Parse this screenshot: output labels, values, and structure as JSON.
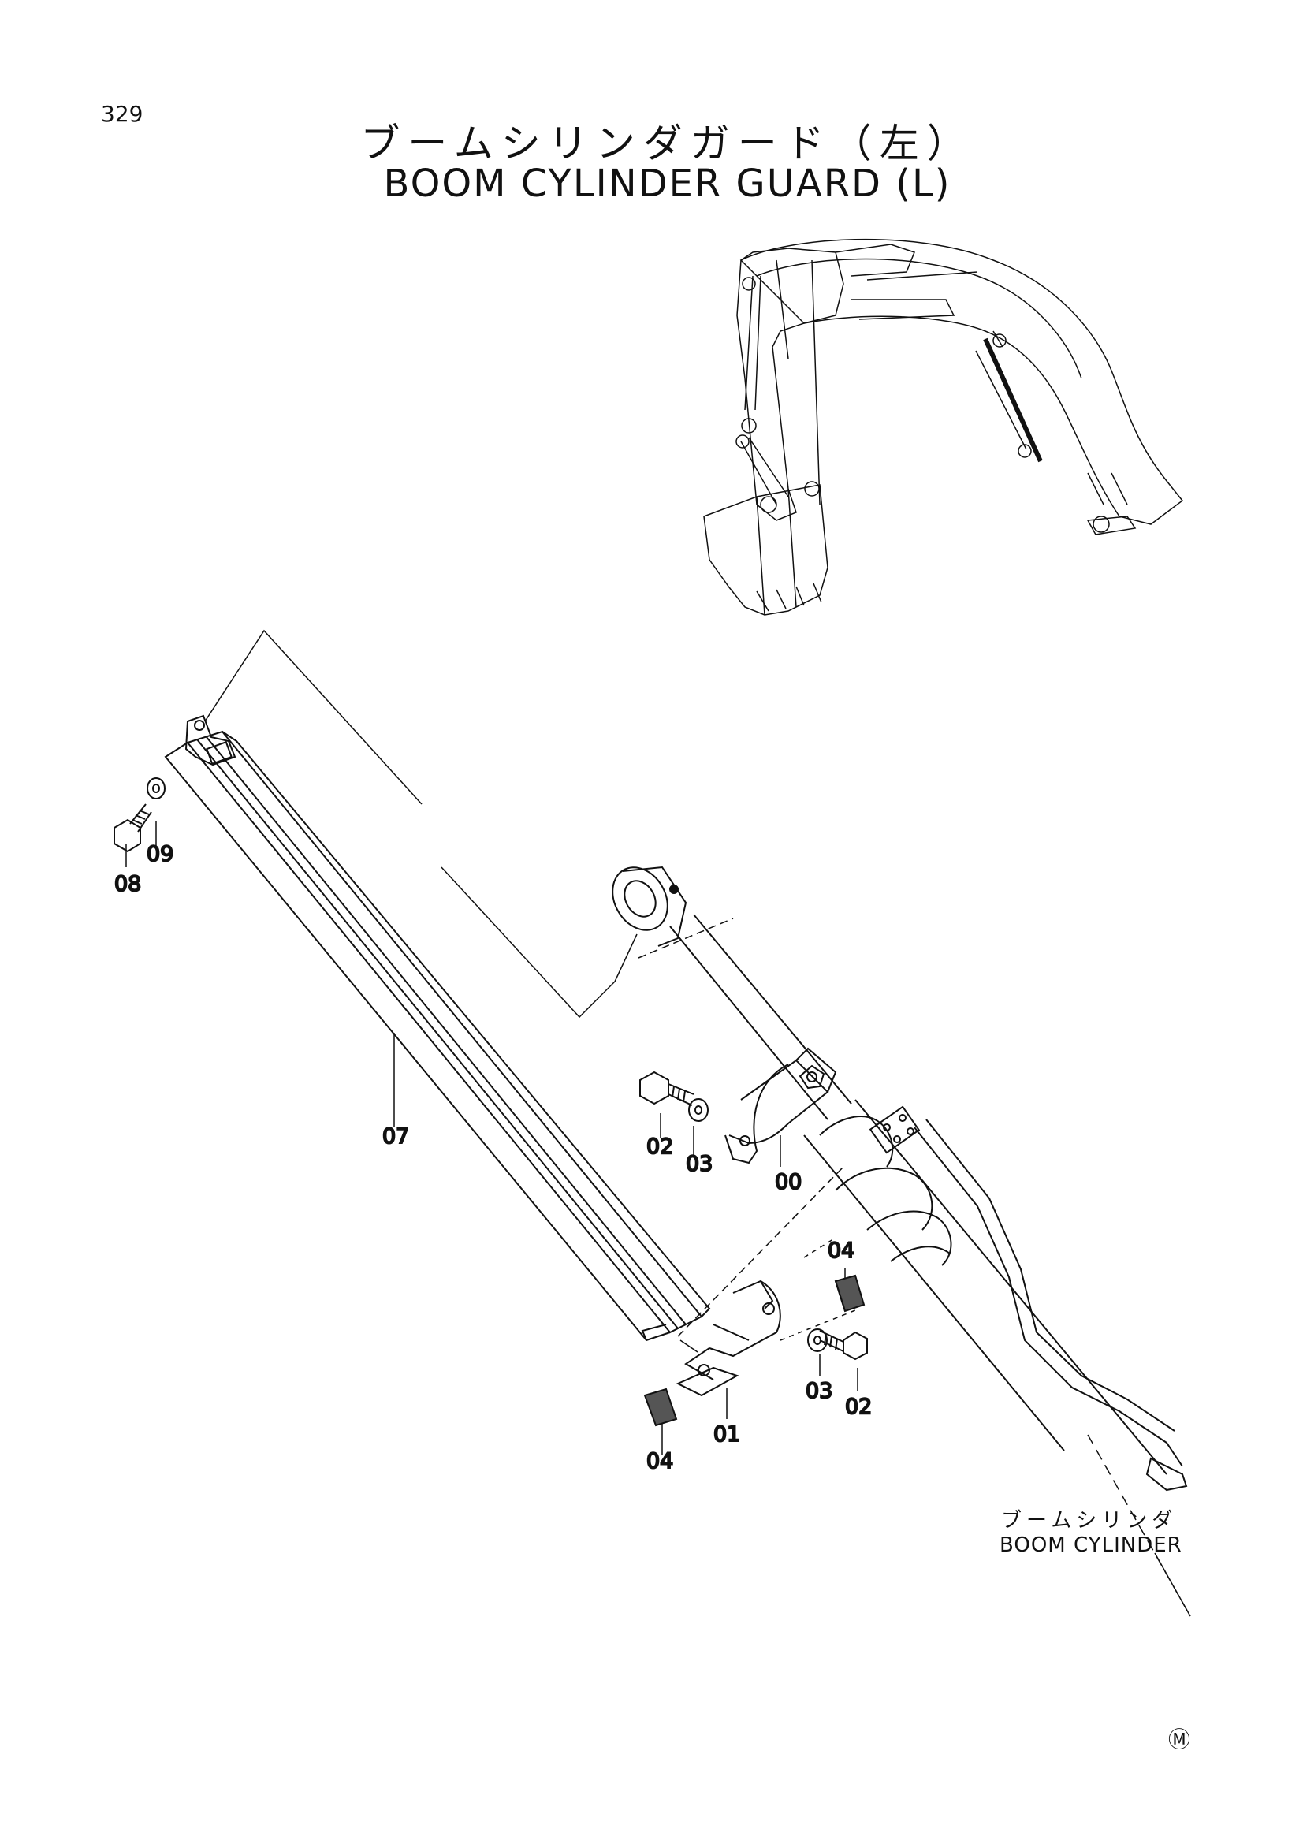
{
  "page": {
    "number": "329",
    "title_jp": "ブームシリンダガード（左）",
    "title_en": "BOOM CYLINDER GUARD (L)"
  },
  "callouts": {
    "c00": "00",
    "c01": "01",
    "c02a": "02",
    "c02b": "02",
    "c03a": "03",
    "c03b": "03",
    "c04a": "04",
    "c04b": "04",
    "c07": "07",
    "c08": "08",
    "c09": "09"
  },
  "reference": {
    "label_jp": "ブームシリンダ",
    "label_en": "BOOM CYLINDER"
  },
  "mark": "Ⓜ"
}
